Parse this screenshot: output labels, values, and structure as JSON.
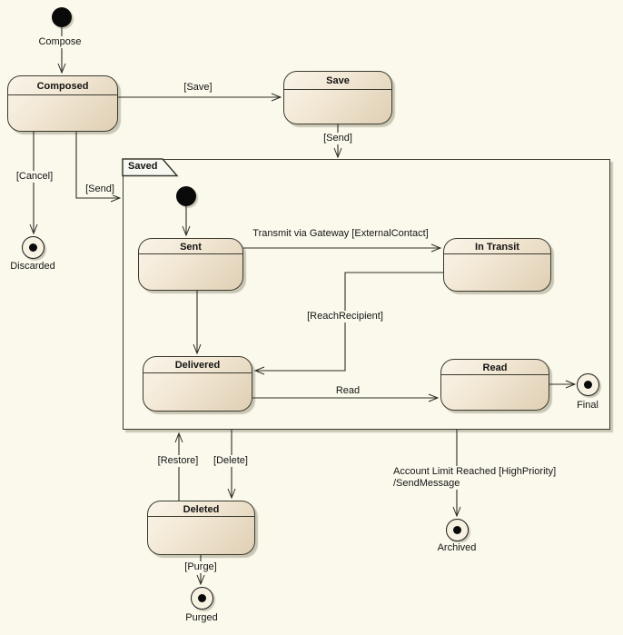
{
  "diagram_type": "uml-state-machine",
  "colors": {
    "background": "#FBF9EC",
    "state_border": "#3A3A30",
    "line": "#2D2D26",
    "state_fill_light": "#FAF5EA",
    "state_fill_dark": "#DFCFB4",
    "tab_fill": "#F8F8F2",
    "shadow": "#C9C6B4"
  },
  "states": {
    "composed": "Composed",
    "save": "Save",
    "saved": "Saved",
    "sent": "Sent",
    "in_transit": "In Transit",
    "delivered": "Delivered",
    "read": "Read",
    "deleted": "Deleted"
  },
  "nodes": {
    "final": "Final",
    "discarded": "Discarded",
    "purged": "Purged",
    "archived": "Archived"
  },
  "transitions": {
    "compose": "Compose",
    "save": "[Save]",
    "send_from_save": "[Send]",
    "send_from_composed": "[Send]",
    "cancel": "[Cancel]",
    "transmit": "Transmit via Gateway [ExternalContact]",
    "reach_recipient": "[ReachRecipient]",
    "read": "Read",
    "restore": "[Restore]",
    "delete": "[Delete]",
    "purge": "[Purge]",
    "account_limit_line1": "Account Limit Reached [HighPriority]",
    "account_limit_line2": "/SendMessage"
  }
}
